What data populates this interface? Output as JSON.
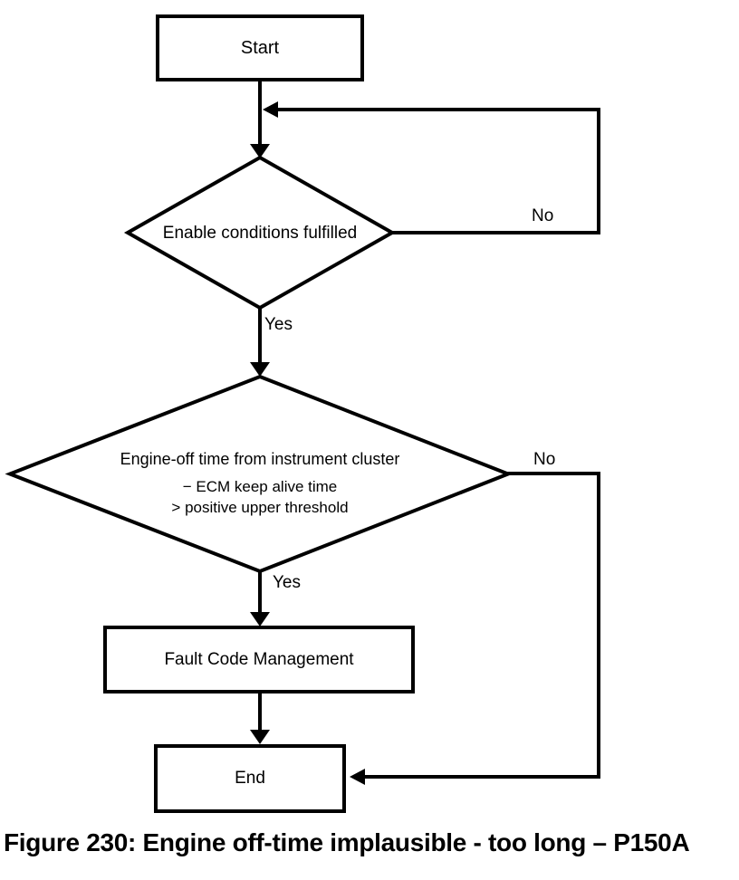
{
  "caption": "Figure 230: Engine off-time implausible - too long – P150A",
  "flowchart": {
    "start": "Start",
    "decision1": "Enable conditions fulfilled",
    "decision2_line1": "Engine-off time from instrument cluster",
    "decision2_line2": "− ECM keep alive time",
    "decision2_line3": "> positive upper threshold",
    "process": "Fault Code Management",
    "end": "End",
    "labels": {
      "yes1": "Yes",
      "no1": "No",
      "yes2": "Yes",
      "no2": "No"
    },
    "colors": {
      "line": "#000000",
      "fill": "#ffffff",
      "text": "#000000"
    }
  }
}
